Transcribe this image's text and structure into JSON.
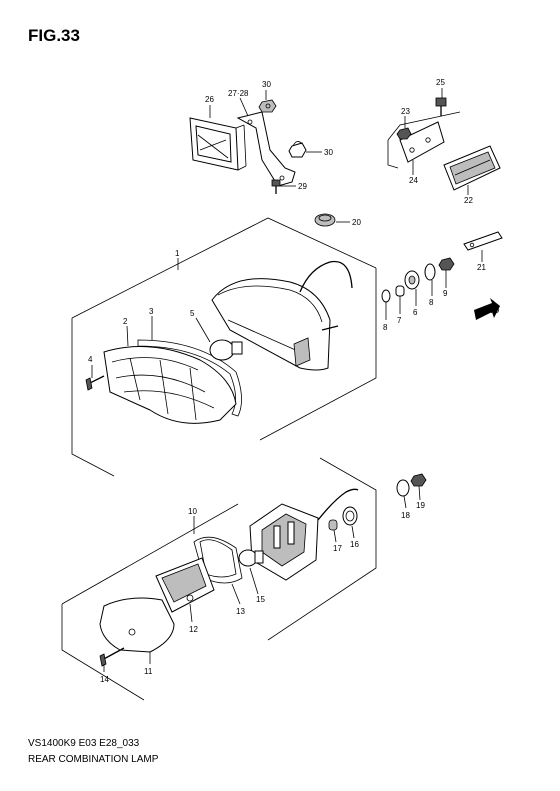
{
  "figure": {
    "title": "FIG.33"
  },
  "footer": {
    "model_code": "VS1400K9 E03 E28_033",
    "section_name": "REAR COMBINATION LAMP"
  },
  "callouts": {
    "c1": "1",
    "c2": "2",
    "c3": "3",
    "c4": "4",
    "c5": "5",
    "c6": "6",
    "c7": "7",
    "c8a": "8",
    "c8b": "8",
    "c9": "9",
    "c10": "10",
    "c11": "11",
    "c12": "12",
    "c13": "13",
    "c14": "14",
    "c15": "15",
    "c16": "16",
    "c17": "17",
    "c18": "18",
    "c19": "19",
    "c20": "20",
    "c21": "21",
    "c22": "22",
    "c23": "23",
    "c24": "24",
    "c25": "25",
    "c26": "26",
    "c2728": "27·28",
    "c29": "29",
    "c30a": "30",
    "c30b": "30"
  },
  "fwd_badge": "FWD"
}
